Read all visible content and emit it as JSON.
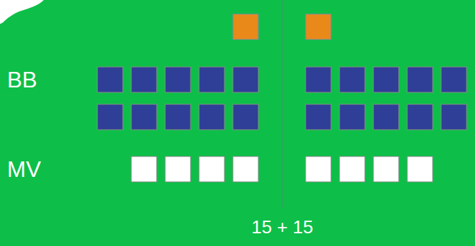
{
  "diagram": {
    "labels": [
      "BB",
      "MV",
      "15 + 15"
    ]
  }
}
